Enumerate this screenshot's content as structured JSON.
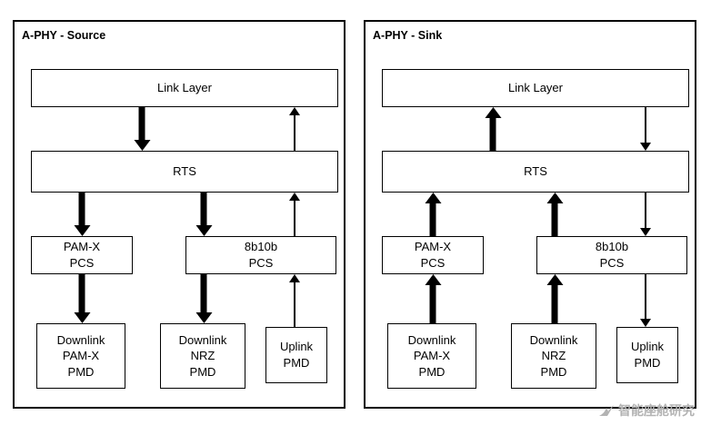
{
  "panels": [
    {
      "id": "source",
      "title": "A-PHY - Source",
      "boxes": {
        "link_layer": "Link Layer",
        "rts": "RTS",
        "pam_x_pcs": "PAM-X\nPCS",
        "pcs_8b10b": "8b10b\nPCS",
        "downlink_pam_x_pmd": "Downlink\nPAM-X\nPMD",
        "downlink_nrz_pmd": "Downlink\nNRZ\nPMD",
        "uplink_pmd": "Uplink\nPMD"
      }
    },
    {
      "id": "sink",
      "title": "A-PHY - Sink",
      "boxes": {
        "link_layer": "Link Layer",
        "rts": "RTS",
        "pam_x_pcs": "PAM-X\nPCS",
        "pcs_8b10b": "8b10b\nPCS",
        "downlink_pam_x_pmd": "Downlink\nPAM-X\nPMD",
        "downlink_nrz_pmd": "Downlink\nNRZ\nPMD",
        "uplink_pmd": "Uplink\nPMD"
      }
    }
  ],
  "watermark": {
    "text": "智能座舱研究",
    "icon": "wing-swoosh-icon"
  },
  "colors": {
    "line": "#000000",
    "background": "#ffffff",
    "watermark": "#b3b3b3"
  }
}
